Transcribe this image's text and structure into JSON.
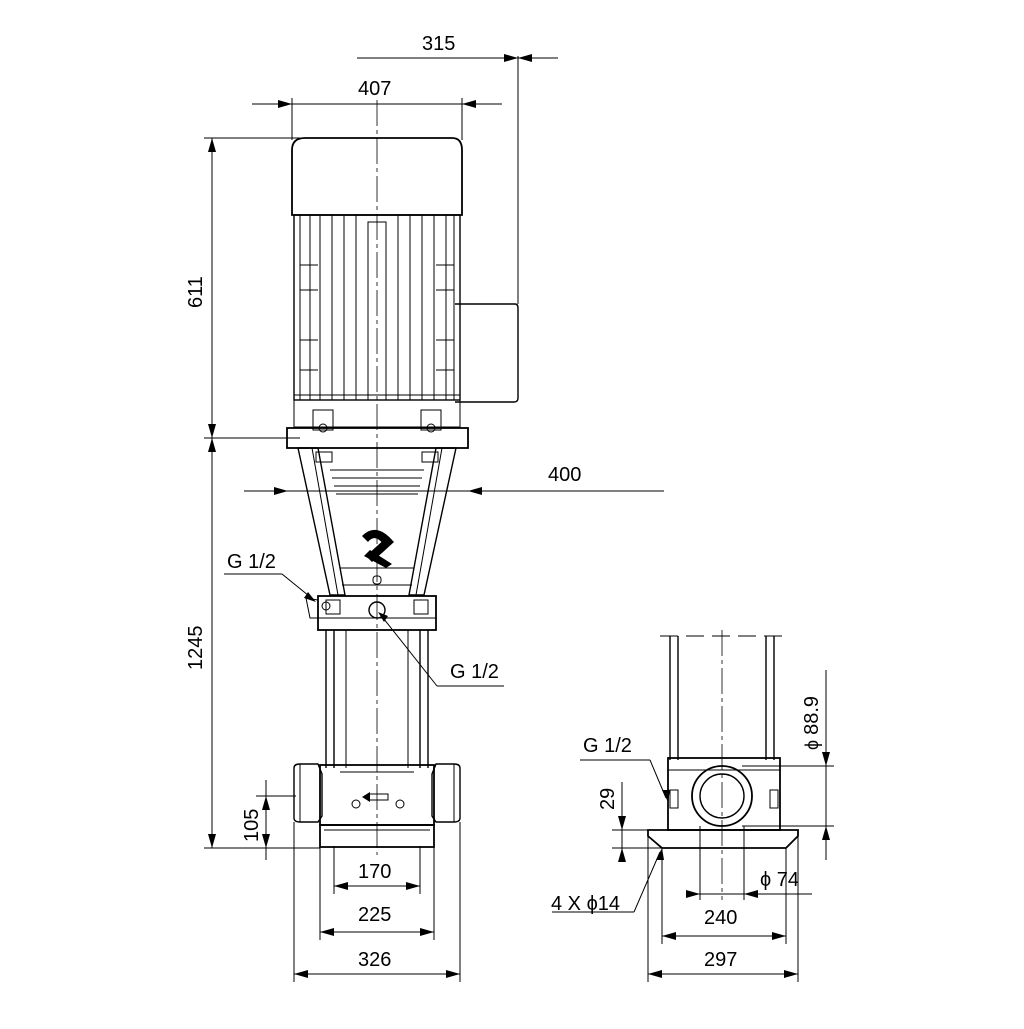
{
  "drawing": {
    "front_view": {
      "dim_top_width": "315",
      "dim_motor_width": "407",
      "dim_motor_height": "611",
      "dim_pump_height": "1245",
      "dim_flange_diameter": "400",
      "dim_inlet_height": "105",
      "dim_base_170": "170",
      "dim_base_225": "225",
      "dim_base_326": "326",
      "label_port_left": "G 1/2",
      "label_port_center": "G 1/2"
    },
    "side_view": {
      "label_port": "G 1/2",
      "dim_pipe_diameter": "88.9",
      "dim_port_height": "29",
      "dim_bolt_holes": "4 X ϕ14",
      "dim_bore": "ϕ 74",
      "dim_base_240": "240",
      "dim_base_297": "297"
    },
    "logo": "grundfos-logo"
  }
}
